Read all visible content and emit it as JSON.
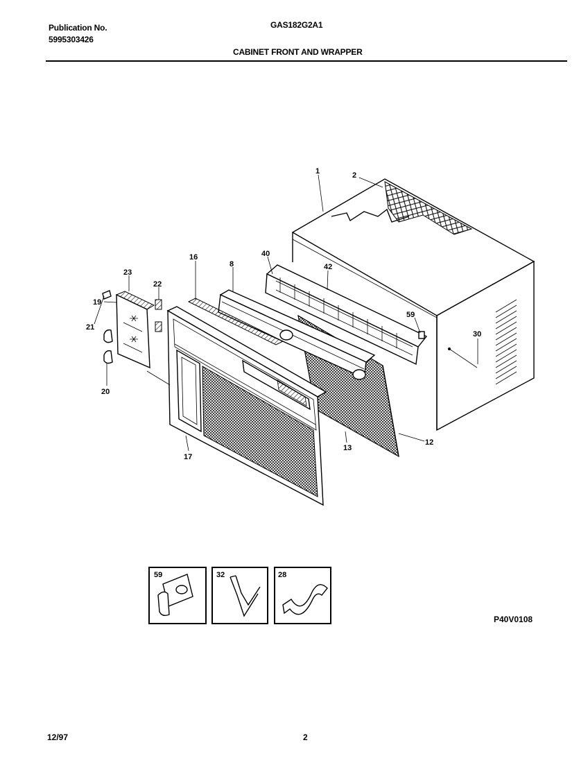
{
  "header": {
    "publication_label": "Publication No.",
    "publication_number": "5995303426",
    "model_number": "GAS182G2A1",
    "section_title": "CABINET FRONT AND WRAPPER"
  },
  "callouts": [
    "1",
    "2",
    "40",
    "42",
    "16",
    "8",
    "23",
    "22",
    "19",
    "21",
    "20",
    "59",
    "30",
    "12",
    "13",
    "17"
  ],
  "detail_boxes": [
    {
      "label": "59"
    },
    {
      "label": "32"
    },
    {
      "label": "28"
    }
  ],
  "drawing_id": "P40V0108",
  "footer": {
    "date": "12/97",
    "page": "2"
  }
}
